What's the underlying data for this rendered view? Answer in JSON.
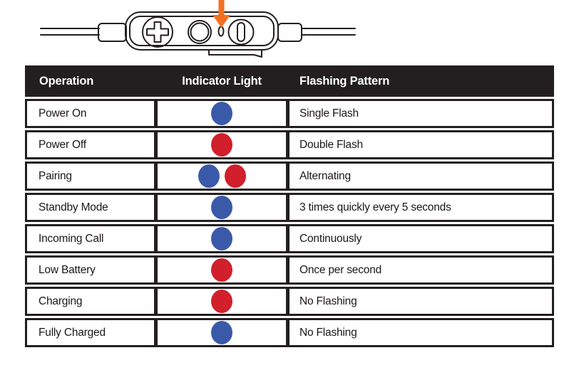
{
  "diagram": {
    "description": "inline earbud remote control line drawing with arrow pointing to LED indicator",
    "arrow_color": "#F37021",
    "line_color": "#231F20"
  },
  "table": {
    "header_bg": "#231F20",
    "header_text_color": "#FFFFFF",
    "columns": [
      "Operation",
      "Indicator Light",
      "Flashing Pattern"
    ],
    "light_colors": {
      "blue": "#3A59A9",
      "red": "#D11F2B"
    },
    "rows": [
      {
        "operation": "Power On",
        "lights": [
          "blue"
        ],
        "pattern": "Single Flash"
      },
      {
        "operation": "Power Off",
        "lights": [
          "red"
        ],
        "pattern": "Double Flash"
      },
      {
        "operation": "Pairing",
        "lights": [
          "blue",
          "red"
        ],
        "pattern": "Alternating"
      },
      {
        "operation": "Standby Mode",
        "lights": [
          "blue"
        ],
        "pattern": "3 times quickly every 5 seconds"
      },
      {
        "operation": "Incoming Call",
        "lights": [
          "blue"
        ],
        "pattern": "Continuously"
      },
      {
        "operation": "Low Battery",
        "lights": [
          "red"
        ],
        "pattern": "Once per second"
      },
      {
        "operation": "Charging",
        "lights": [
          "red"
        ],
        "pattern": "No Flashing"
      },
      {
        "operation": "Fully Charged",
        "lights": [
          "blue"
        ],
        "pattern": "No Flashing"
      }
    ]
  }
}
